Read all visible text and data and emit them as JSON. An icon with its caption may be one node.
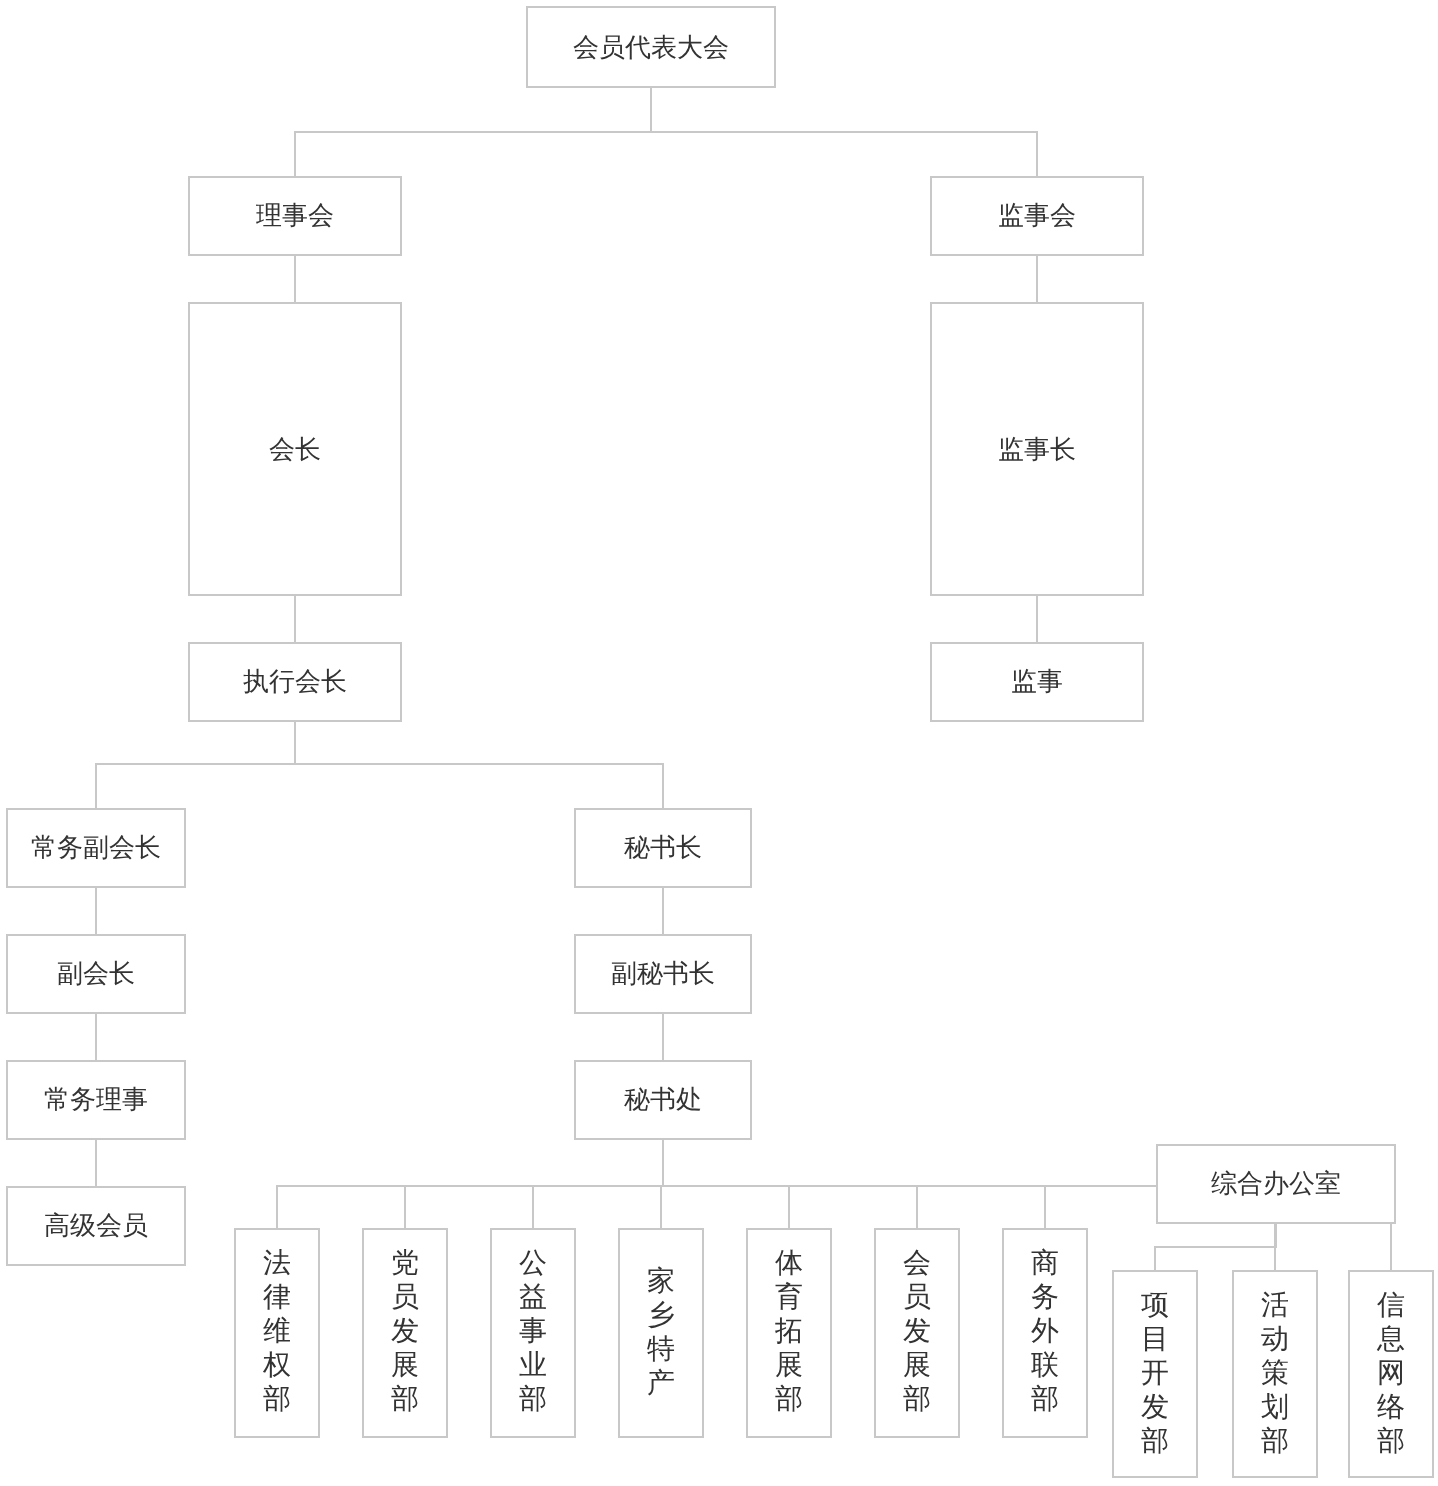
{
  "diagram": {
    "nodes": [
      {
        "text": [
          "会员代表大会"
        ]
      },
      {
        "text": [
          "理事会"
        ]
      },
      {
        "text": [
          "监事会"
        ]
      },
      {
        "text": [
          "会长"
        ]
      },
      {
        "text": [
          "监事长"
        ]
      },
      {
        "text": [
          "执行会长"
        ]
      },
      {
        "text": [
          "监事"
        ]
      },
      {
        "text": [
          "常务副会长"
        ]
      },
      {
        "text": [
          "秘书长"
        ]
      },
      {
        "text": [
          "副会长"
        ]
      },
      {
        "text": [
          "副秘书长"
        ]
      },
      {
        "text": [
          "常务理事"
        ]
      },
      {
        "text": [
          "秘书处"
        ]
      },
      {
        "text": [
          "高级会员"
        ]
      },
      {
        "text": [
          "综合办公室"
        ]
      },
      {
        "text": [
          "法律维权部"
        ]
      },
      {
        "text": [
          "党员发展部"
        ]
      },
      {
        "text": [
          "公益事业部"
        ]
      },
      {
        "text": [
          "家乡特产"
        ]
      },
      {
        "text": [
          "体育拓展部"
        ]
      },
      {
        "text": [
          "会员发展部"
        ]
      },
      {
        "text": [
          "商务外联部"
        ]
      },
      {
        "text": [
          "项目开发部"
        ]
      },
      {
        "text": [
          "活动策划部"
        ]
      },
      {
        "text": [
          "信息网络部"
        ]
      }
    ],
    "edges": [
      {
        "from": 0,
        "to": 1,
        "arrow": "none"
      },
      {
        "from": 0,
        "to": 2,
        "arrow": "none"
      },
      {
        "from": 1,
        "to": 3,
        "arrow": "none"
      },
      {
        "from": 3,
        "to": 5,
        "arrow": "none"
      },
      {
        "from": 2,
        "to": 4,
        "arrow": "none"
      },
      {
        "from": 4,
        "to": 6,
        "arrow": "none"
      },
      {
        "from": 5,
        "to": 7,
        "arrow": "none"
      },
      {
        "from": 5,
        "to": 8,
        "arrow": "none"
      },
      {
        "from": 7,
        "to": 9,
        "arrow": "none"
      },
      {
        "from": 9,
        "to": 11,
        "arrow": "none"
      },
      {
        "from": 11,
        "to": 13,
        "arrow": "none"
      },
      {
        "from": 8,
        "to": 10,
        "arrow": "none"
      },
      {
        "from": 10,
        "to": 12,
        "arrow": "none"
      },
      {
        "from": 12,
        "to": 15,
        "arrow": "none"
      },
      {
        "from": 12,
        "to": 16,
        "arrow": "none"
      },
      {
        "from": 12,
        "to": 17,
        "arrow": "none"
      },
      {
        "from": 12,
        "to": 18,
        "arrow": "none"
      },
      {
        "from": 12,
        "to": 19,
        "arrow": "none"
      },
      {
        "from": 12,
        "to": 20,
        "arrow": "none"
      },
      {
        "from": 12,
        "to": 21,
        "arrow": "none"
      },
      {
        "from": 12,
        "to": 14,
        "arrow": "none"
      },
      {
        "from": 14,
        "to": 22,
        "arrow": "none"
      },
      {
        "from": 14,
        "to": 23,
        "arrow": "none"
      },
      {
        "from": 14,
        "to": 24,
        "arrow": "none"
      }
    ]
  }
}
